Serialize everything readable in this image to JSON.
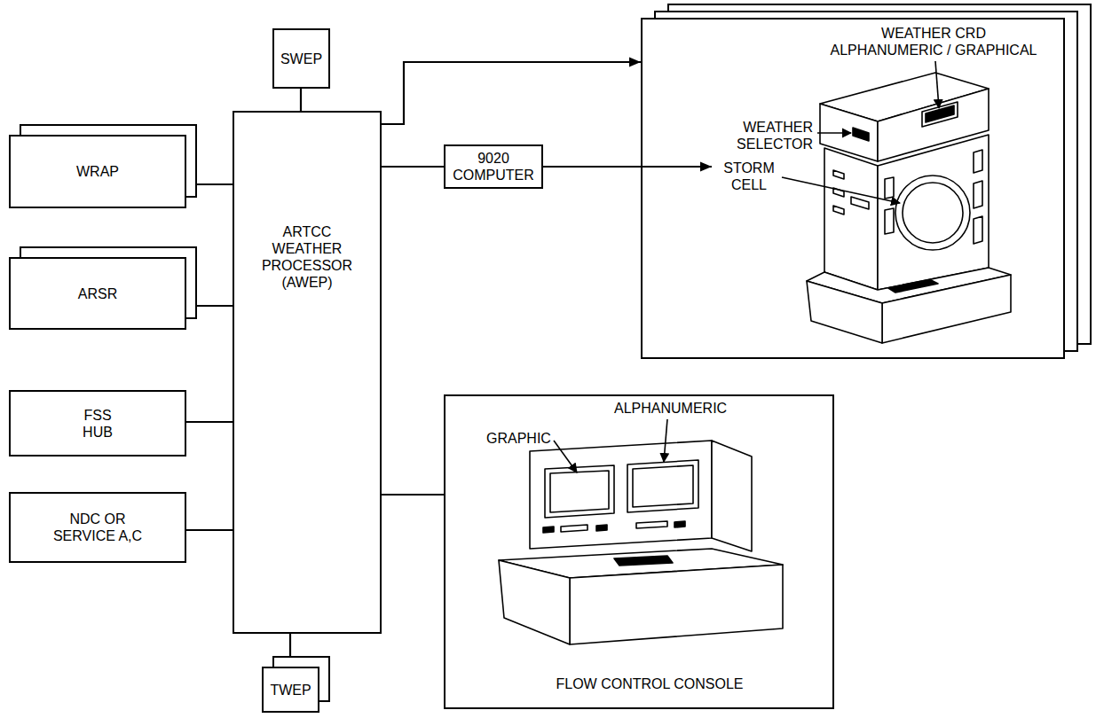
{
  "diagram": {
    "nodes": [
      {
        "text": [
          "SWEP"
        ]
      },
      {
        "text": [
          "WRAP"
        ]
      },
      {
        "text": [
          "ARSR"
        ]
      },
      {
        "text": [
          "FSS HUB"
        ]
      },
      {
        "text": [
          "NDC OR SERVICE A,C"
        ]
      },
      {
        "text": [
          "ARTCC WEATHER PROCESSOR (AWEP)"
        ]
      },
      {
        "text": [
          "9020 COMPUTER"
        ]
      },
      {
        "text": [
          "TWEP"
        ]
      },
      {
        "text": [
          "WEATHER CRD ALPHANUMERIC / GRAPHICAL",
          "WEATHER SELECTOR",
          "STORM CELL"
        ]
      },
      {
        "text": [
          "GRAPHIC",
          "ALPHANUMERIC",
          "FLOW CONTROL CONSOLE"
        ]
      }
    ],
    "edges": [
      {
        "from": 0,
        "to": 5,
        "arrow": "none"
      },
      {
        "from": 1,
        "to": 5,
        "arrow": "none"
      },
      {
        "from": 2,
        "to": 5,
        "arrow": "none"
      },
      {
        "from": 3,
        "to": 5,
        "arrow": "none"
      },
      {
        "from": 4,
        "to": 5,
        "arrow": "none"
      },
      {
        "from": 5,
        "to": 8,
        "arrow": "to"
      },
      {
        "from": 5,
        "to": 6,
        "arrow": "none"
      },
      {
        "from": 6,
        "to": 8,
        "arrow": "to"
      },
      {
        "from": 5,
        "to": 9,
        "arrow": "none"
      },
      {
        "from": 5,
        "to": 7,
        "arrow": "none"
      }
    ]
  }
}
